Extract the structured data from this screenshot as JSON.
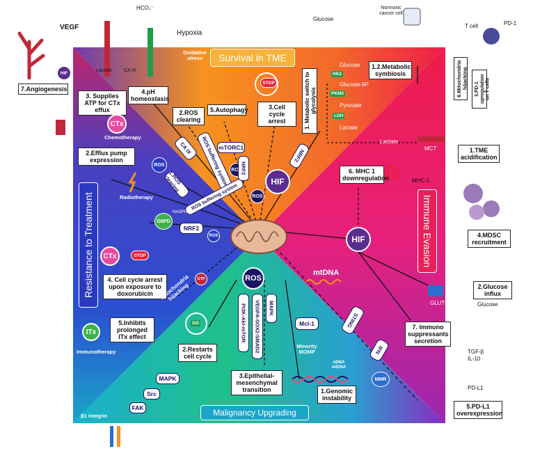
{
  "colors": {
    "top_orange": "#f7931e",
    "right_red": "#ed1c5c",
    "left_blue": "#3a3ab8",
    "bottom_teal": "#1fb98a",
    "purple": "#5b2d8e",
    "dark_navy": "#1b1464",
    "green_node": "#3cb44b"
  },
  "quadrants": {
    "top": "Survival in TME",
    "right": "Immune Evasion",
    "left": "Resistance to Treatment",
    "bottom": "Malignancy Upgrading"
  },
  "top_region": {
    "vegf": "VEGF",
    "hco3": "HCO₃⁻",
    "hypoxia": "Hypoxia",
    "oxidative_stress": "Oxidative stress",
    "lactate": "Lactate",
    "ca_ix_small": "CA IX",
    "glucose": "Glucose",
    "normoxic": "Normoxic cancer cell",
    "t_cell": "T cell",
    "pd1": "PD-1",
    "stop": "STOP",
    "boxes": {
      "angiogenesis": "7.Angiogenesis",
      "supplies_atp": "3. Supplies ATP for CTx effux",
      "ph_homeostasis": "4.pH homeostasis",
      "ros_clearing": "2.ROS clearing",
      "autophagy": "5.Autophagy",
      "cell_cycle_arrest": "3.Cell cycle arrest",
      "metabolic_switch": "1. Metabolic switch to glycolysis",
      "metabolic_symbiosis": "1.2.Metabolic symbiosis",
      "mito_hijacking": "6.Mitochondria hijacking",
      "pd1_upregulation": "3.PD-1 upregulation on T cells",
      "tme_acidification": "1.TME acidification"
    },
    "glycolysis": {
      "glucose": "Glucose",
      "hk2": "HK2",
      "glucose6p": "Glucose-6P",
      "pkm2": "PKM2",
      "pyruvate": "Pyruvate",
      "ldh": "LDH",
      "lactate": "Lactate",
      "lactate2": "Lactate",
      "mct": "MCT"
    },
    "tags": {
      "ca_ix": "CA IX",
      "ros_buffering_1": "ROS buffering system",
      "mtorc1": "mTORC1",
      "ros": "ROS",
      "nrf2": "NRF2",
      "nrf2b": "NRF2",
      "ros2": "ROS"
    }
  },
  "right_region": {
    "mhc1_box": "6. MHC 1 downregulation",
    "mhc1": "MHC-1",
    "mdsc": "4.MDSC recruitment",
    "glucose_influx": "2.Glucose influx",
    "glut1": "GLUT-1",
    "glucose": "Glucose",
    "immuno": "7. Immuno suppressants secretion",
    "tgfb": "TGF-β",
    "il10": "IL-10",
    "pdl1": "PD-L1",
    "pdl1_box": "5.PD-L1 overexpression"
  },
  "left_region": {
    "ctx": "CTx",
    "chemotherapy": "Chemotherapy",
    "efflux_pump": "Efflux pump",
    "efflux_box": "2.Efflux pump expression",
    "ros": "ROS",
    "radiotherapy": "Radiotherapy",
    "ros_clearing": "1.ROS clearing",
    "ros_buffering": "ROS buffering system",
    "nadph": "NADPH",
    "g6pd": "G6PD",
    "nrf2": "NRF2",
    "ros_small": "ROS",
    "ctx2": "CTx",
    "stop": "STOP",
    "cell_cycle_box": "4. Cell cycle arrest upon exposure to doxorubicin",
    "mito_hijacking": "Mitochondria hijacking",
    "itx": "ITx",
    "immunotherapy": "Immunotherapy",
    "itx_box": "5.Inhibits prolonged ITx effect",
    "gtp": "GTP"
  },
  "bottom_region": {
    "ros": "ROS",
    "pi3k": "PI3K-Akt-mTOR",
    "vegfa": "VEGFA-SOX2-SMAD2",
    "mapk_tag": "MAPK",
    "mtdna": "mtDNA",
    "mcl1": "Mcl-1",
    "minority_momp": "Minority MOMP",
    "sting": "STING",
    "ifn": "IFN",
    "ndna_mtdna": "nDNA mtDNA",
    "genomic": "1.Genomic instability",
    "mmr": "MMR",
    "restarts": "2.Restarts cell cycle",
    "go": "GO",
    "emt": "3.Epithelial-mesenchymal transition",
    "mapk": "MAPK",
    "src": "Src",
    "fak": "FAK",
    "b1_integrin": "β1 integrin"
  },
  "center": {
    "hif_top": "HIF",
    "hif_right": "HIF",
    "hif_small": "HIF"
  }
}
